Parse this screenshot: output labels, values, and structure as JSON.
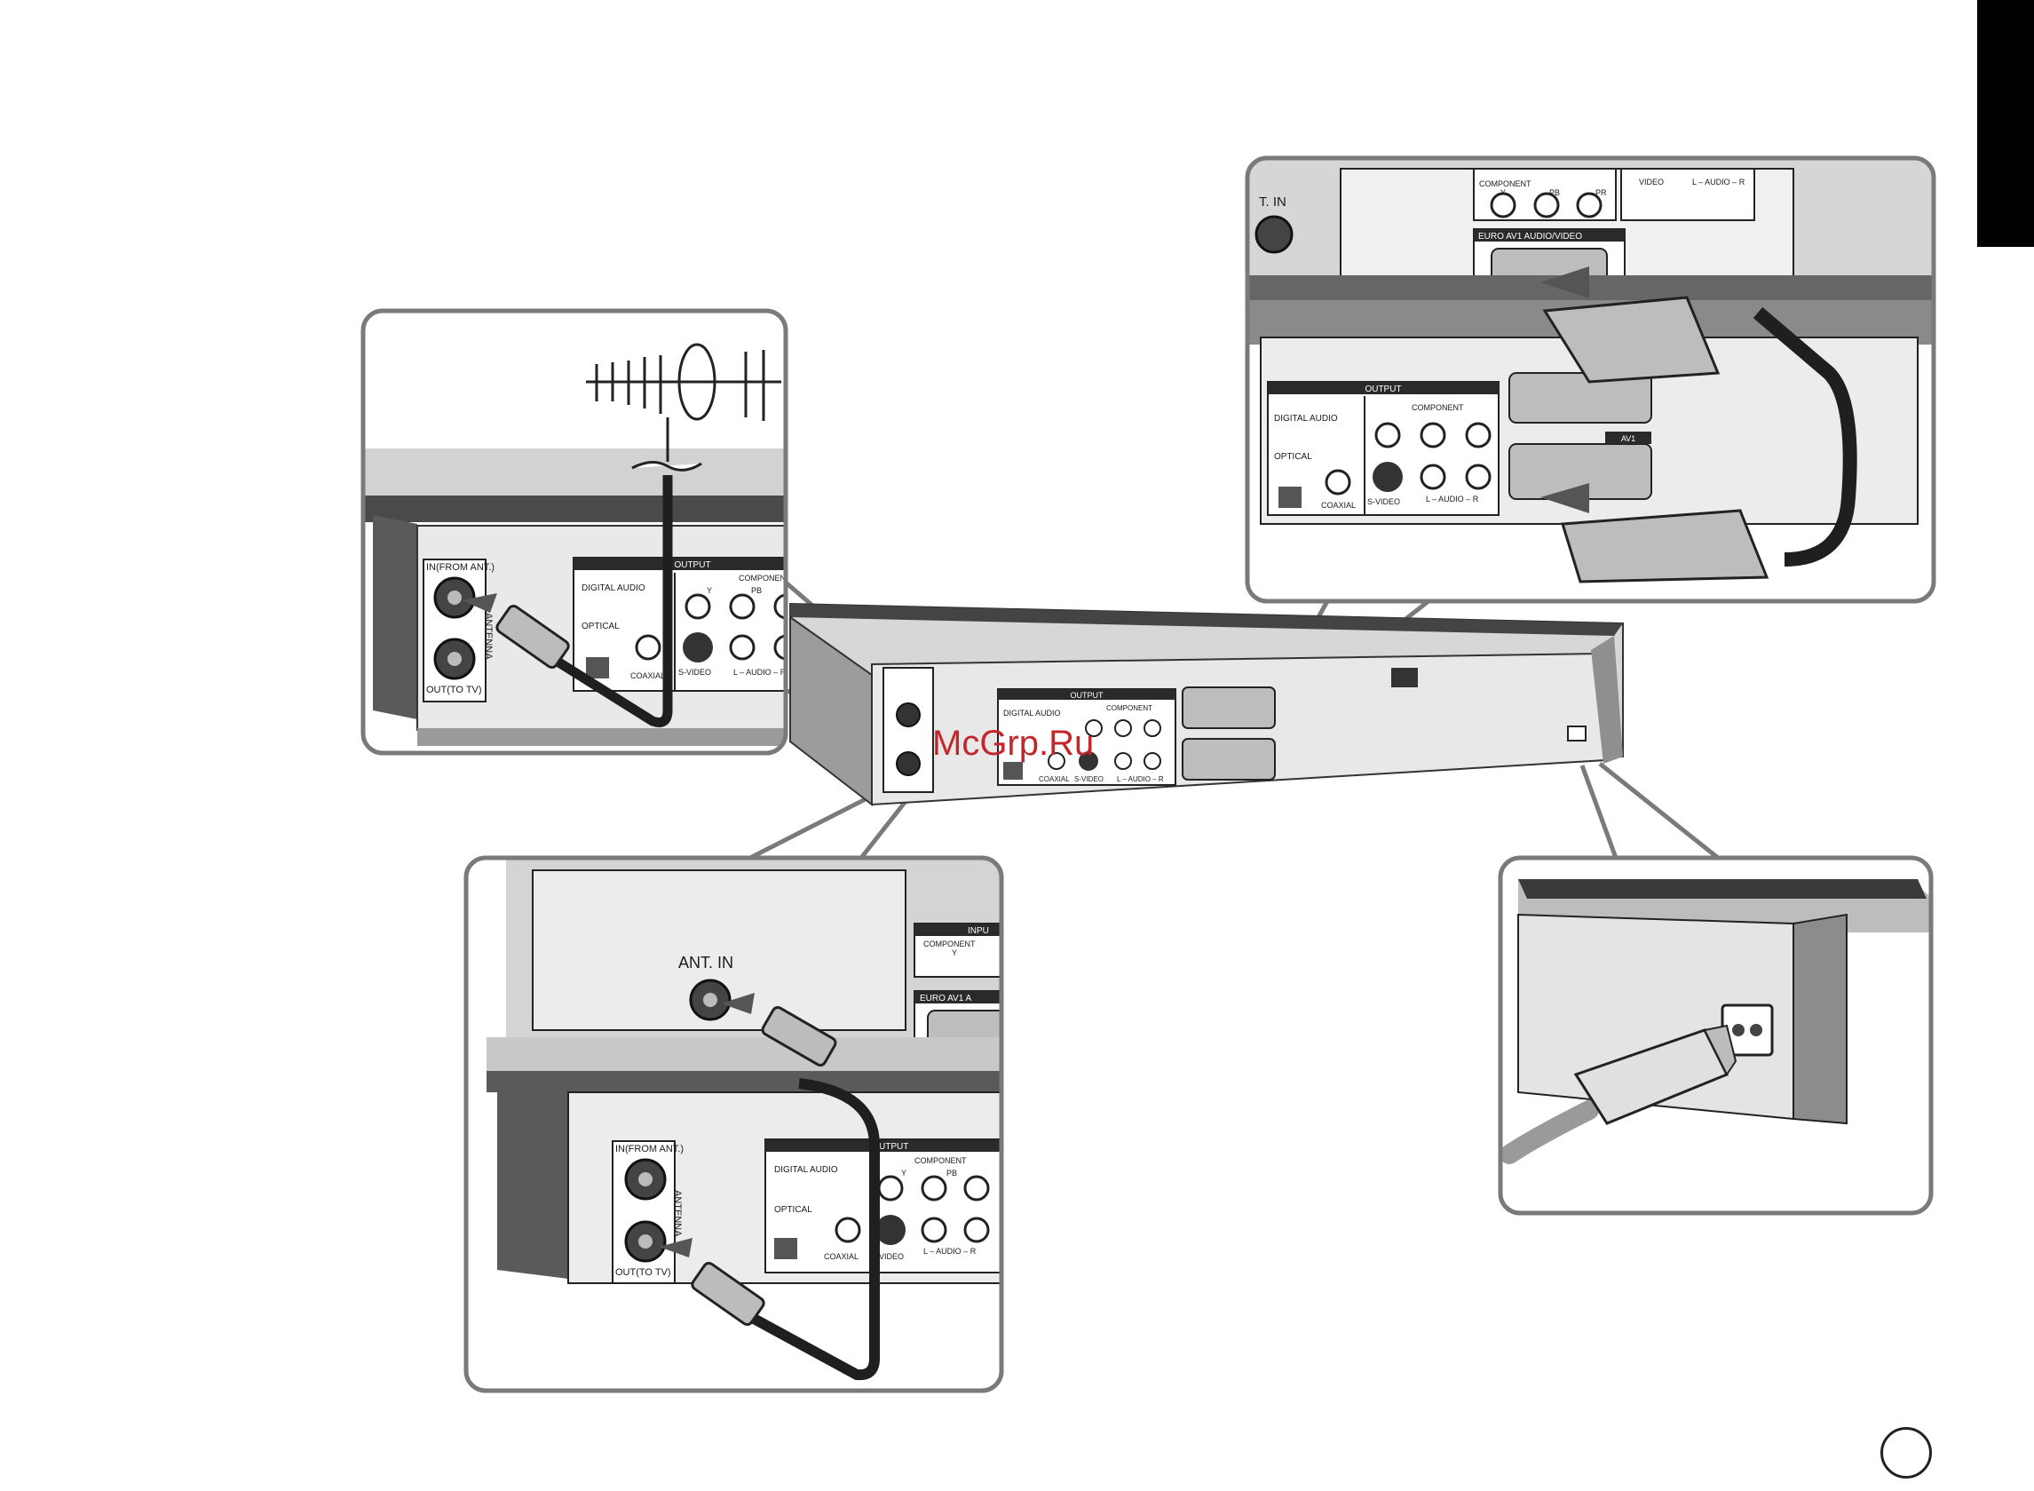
{
  "watermark": "McGrp.Ru",
  "antenna_panel": {
    "in_label": "IN(FROM ANT.)",
    "out_label": "OUT(TO TV)",
    "antenna_vertical": "ANTENNA",
    "output_header": "OUTPUT",
    "digital_audio": "DIGITAL AUDIO",
    "optical": "OPTICAL",
    "coaxial": "COAXIAL",
    "component": "COMPONENT",
    "y": "Y",
    "pb": "PB",
    "svideo": "S-VIDEO",
    "audio": "L – AUDIO – R"
  },
  "scart_panel": {
    "ant_in_fragment": "T. IN",
    "component": "COMPONENT",
    "y": "Y",
    "pb": "PB",
    "pr": "PR",
    "video": "VIDEO",
    "audio_top": "L – AUDIO – R",
    "euro_av1": "EURO AV1 AUDIO/VIDEO",
    "output_header": "OUTPUT",
    "digital_audio": "DIGITAL AUDIO",
    "optical": "OPTICAL",
    "coaxial": "COAXIAL",
    "svideo": "S-VIDEO",
    "audio": "L – AUDIO – R",
    "av1": "AV1"
  },
  "tv_panel": {
    "ant_in": "ANT. IN",
    "input_fragment": "INPU",
    "component": "COMPONENT",
    "y": "Y",
    "euro_fragment": "EURO AV1 A",
    "in_label": "IN(FROM ANT.)",
    "out_label": "OUT(TO TV)",
    "antenna_vertical": "ANTENNA",
    "output_fragment": "UTPUT",
    "digital_audio": "DIGITAL AUDIO",
    "optical": "OPTICAL",
    "coaxial": "COAXIAL",
    "component2": "COMPONENT",
    "y2": "Y",
    "pb": "PB",
    "video_fragment": "VIDEO",
    "audio": "L – AUDIO – R"
  },
  "recorder": {
    "output": "OUTPUT",
    "digital_audio": "DIGITAL AUDIO",
    "component": "COMPONENT",
    "coaxial": "COAXIAL",
    "svideo": "S-VIDEO",
    "audio": "L – AUDIO – R"
  },
  "colors": {
    "panel_border": "#7a7a7a",
    "device_grey": "#cfcfcf",
    "dark_grey": "#5a5a5a",
    "cable": "#1f1f1f",
    "watermark": "#c4272b",
    "tab": "#000000"
  }
}
